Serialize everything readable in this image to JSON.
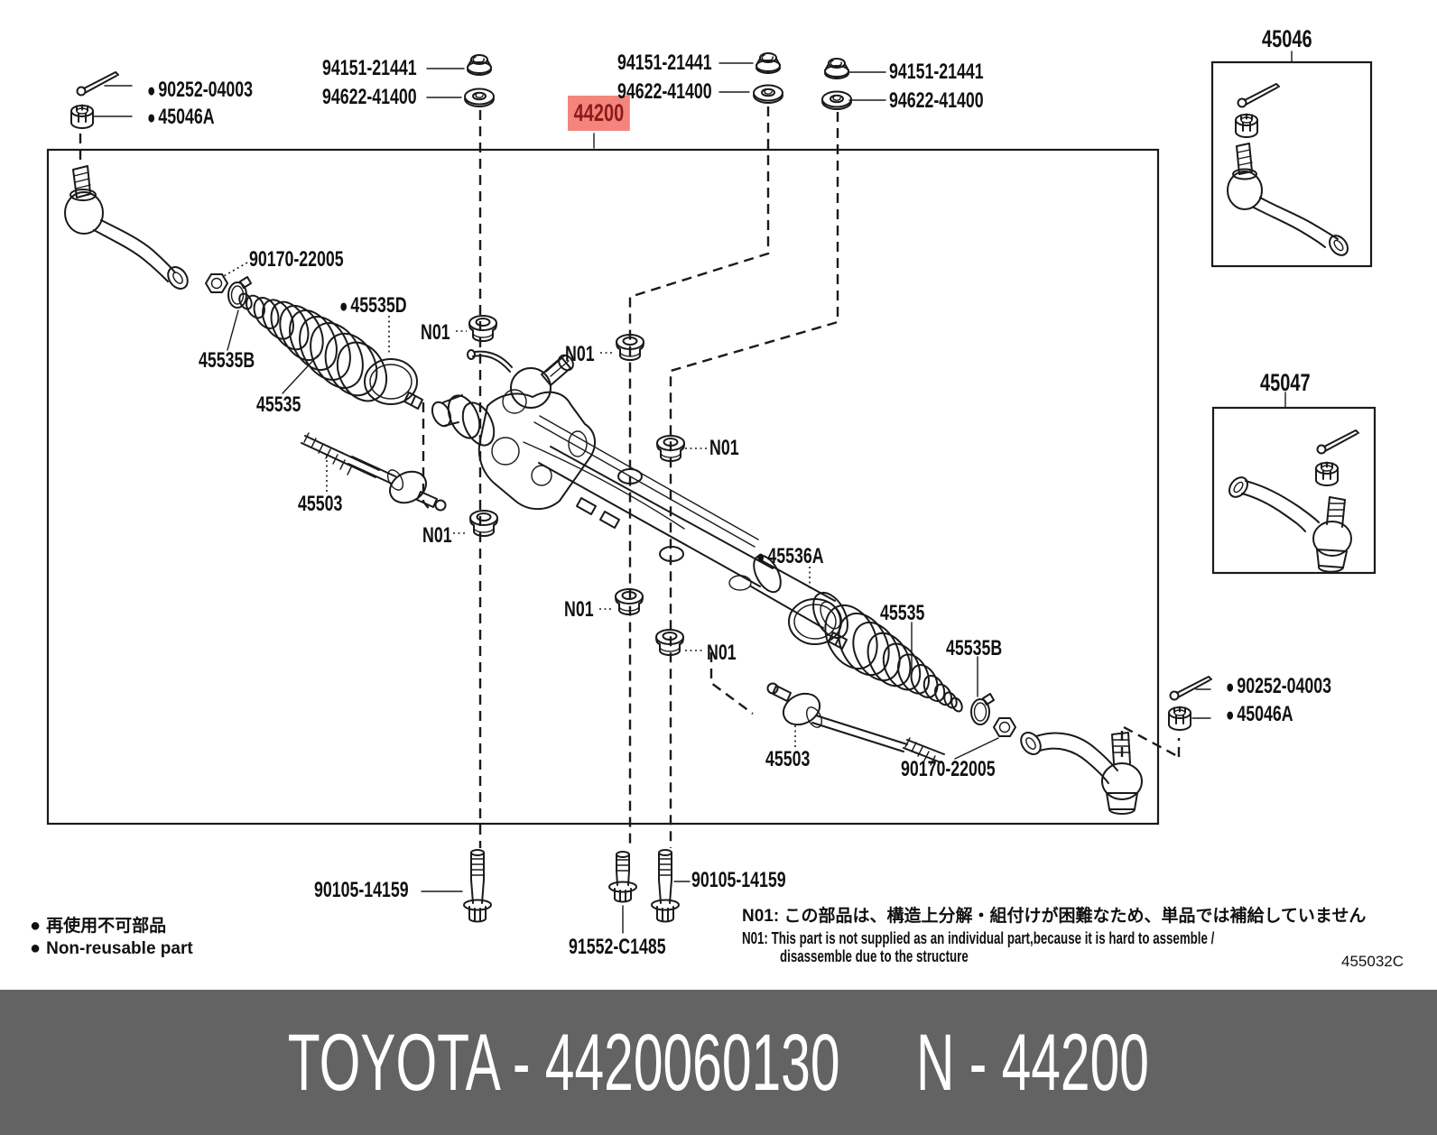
{
  "colors": {
    "line": "#1a1a1a",
    "highlight_bg": "#f4857c",
    "highlight_text": "#8b1a1a",
    "footer_bg": "#636363",
    "footer_text": "#ffffff"
  },
  "bullet": "●",
  "parts": {
    "p90252": "90252-04003",
    "p45046a": "45046A",
    "p94151": "94151-21441",
    "p94622": "94622-41400",
    "p44200": "44200",
    "p45046": "45046",
    "p45047": "45047",
    "p90170": "90170-22005",
    "p45535d": "45535D",
    "p45535b": "45535B",
    "p45535": "45535",
    "p45503": "45503",
    "p45536a": "45536A",
    "p90105": "90105-14159",
    "p91552": "91552-C1485",
    "n01": "N01"
  },
  "notes": {
    "jp": "N01: この部品は、構造上分解・組付けが困難なため、単品では補給していません",
    "en_line1": "N01: This part is not supplied as an individual part,because it is hard to assemble /",
    "en_line2": "disassemble due to the structure"
  },
  "legend": {
    "jp": "再使用不可部品",
    "en": "Non-reusable part"
  },
  "ref_code": "455032C",
  "footer": {
    "title": "TOYOTA - 4420060130",
    "part_no": "N - 44200"
  }
}
